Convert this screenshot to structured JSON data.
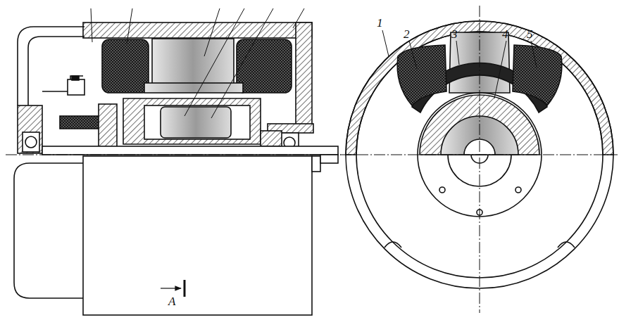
{
  "diagram": {
    "labels": [
      "1",
      "2",
      "3",
      "4",
      "5",
      "A"
    ]
  }
}
